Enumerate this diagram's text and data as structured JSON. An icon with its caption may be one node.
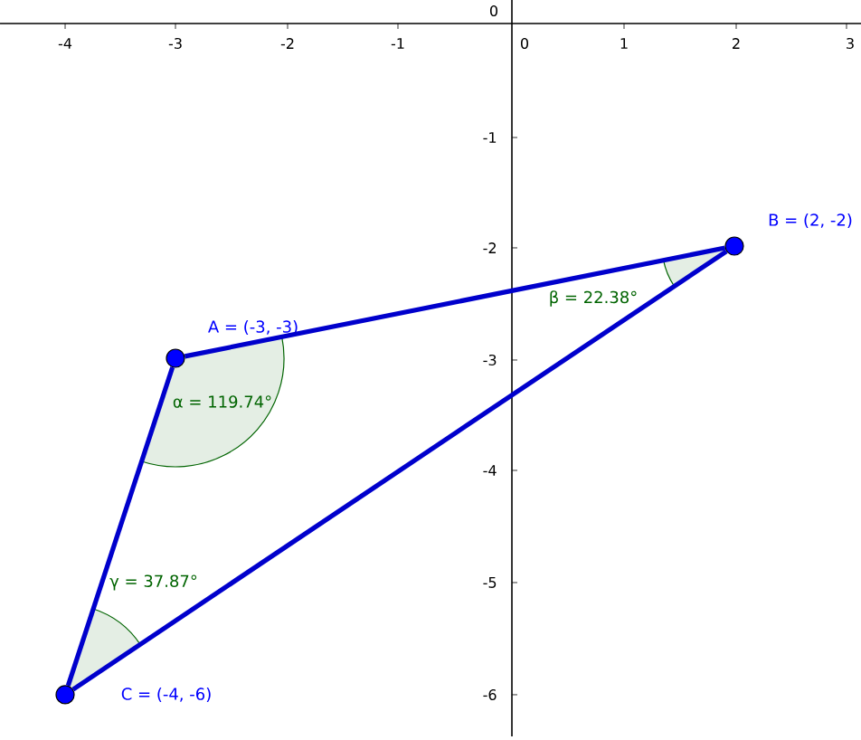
{
  "diagram": {
    "nodes": [
      {
        "text": [],
        "shape": "circle",
        "beside": [
          "A = (-3, -3)"
        ]
      },
      {
        "text": [],
        "shape": "circle",
        "beside": [
          "B = (2, -2)"
        ]
      },
      {
        "text": [],
        "shape": "circle",
        "beside": [
          "C = (-4, -6)"
        ]
      }
    ],
    "edges": [
      {
        "from": 0,
        "to": 1,
        "arrow": "none"
      },
      {
        "from": 1,
        "to": 2,
        "arrow": "none"
      },
      {
        "from": 2,
        "to": 0,
        "arrow": "none"
      }
    ],
    "labels": [
      "0",
      "-4",
      "-3",
      "-2",
      "-1",
      "0",
      "1",
      "2",
      "3",
      "-1",
      "-2",
      "-3",
      "-4",
      "-5",
      "-6",
      "β = 22.38°",
      "α = 119.74°",
      "γ = 37.87°"
    ]
  }
}
